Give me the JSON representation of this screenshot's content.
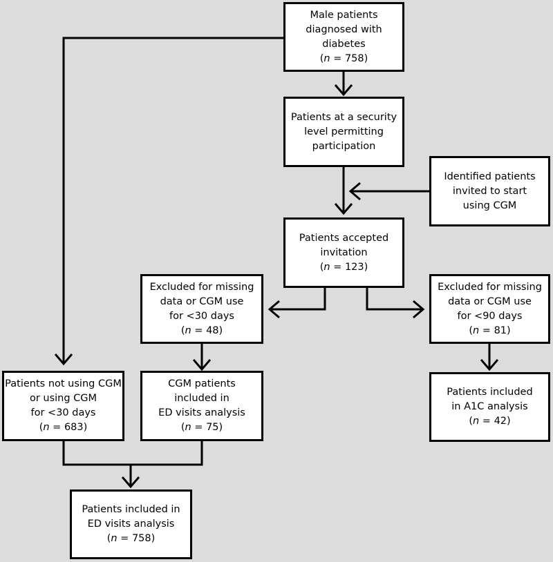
{
  "colors": {
    "background": "#dcdcdc",
    "box_fill": "#ffffff",
    "stroke": "#000000"
  },
  "boxes": {
    "male": {
      "lines": [
        "Male patients",
        "diagnosed with",
        "diabetes"
      ],
      "n": "758"
    },
    "security": {
      "lines": [
        "Patients at a security",
        "level permitting",
        "participation"
      ]
    },
    "invited": {
      "lines": [
        "Identified patients",
        "invited to start",
        "using CGM"
      ]
    },
    "accepted": {
      "lines": [
        "Patients accepted",
        "invitation"
      ],
      "n": "123"
    },
    "excl30": {
      "lines": [
        "Excluded for missing",
        "data or CGM use",
        "for <30 days"
      ],
      "n": "48"
    },
    "excl90": {
      "lines": [
        "Excluded for missing",
        "data or CGM use",
        "for <90 days"
      ],
      "n": "81"
    },
    "notusing": {
      "lines": [
        "Patients not using CGM",
        "or using CGM",
        "for <30 days"
      ],
      "n": "683"
    },
    "cgm_ed": {
      "lines": [
        "CGM patients",
        "included in",
        "ED visits analysis"
      ],
      "n": "75"
    },
    "a1c": {
      "lines": [
        "Patients included",
        "in A1C analysis"
      ],
      "n": "42"
    },
    "ed_total": {
      "lines": [
        "Patients included in",
        "ED visits analysis"
      ],
      "n": "758"
    }
  },
  "n_symbol": "n",
  "n_equals": " = "
}
